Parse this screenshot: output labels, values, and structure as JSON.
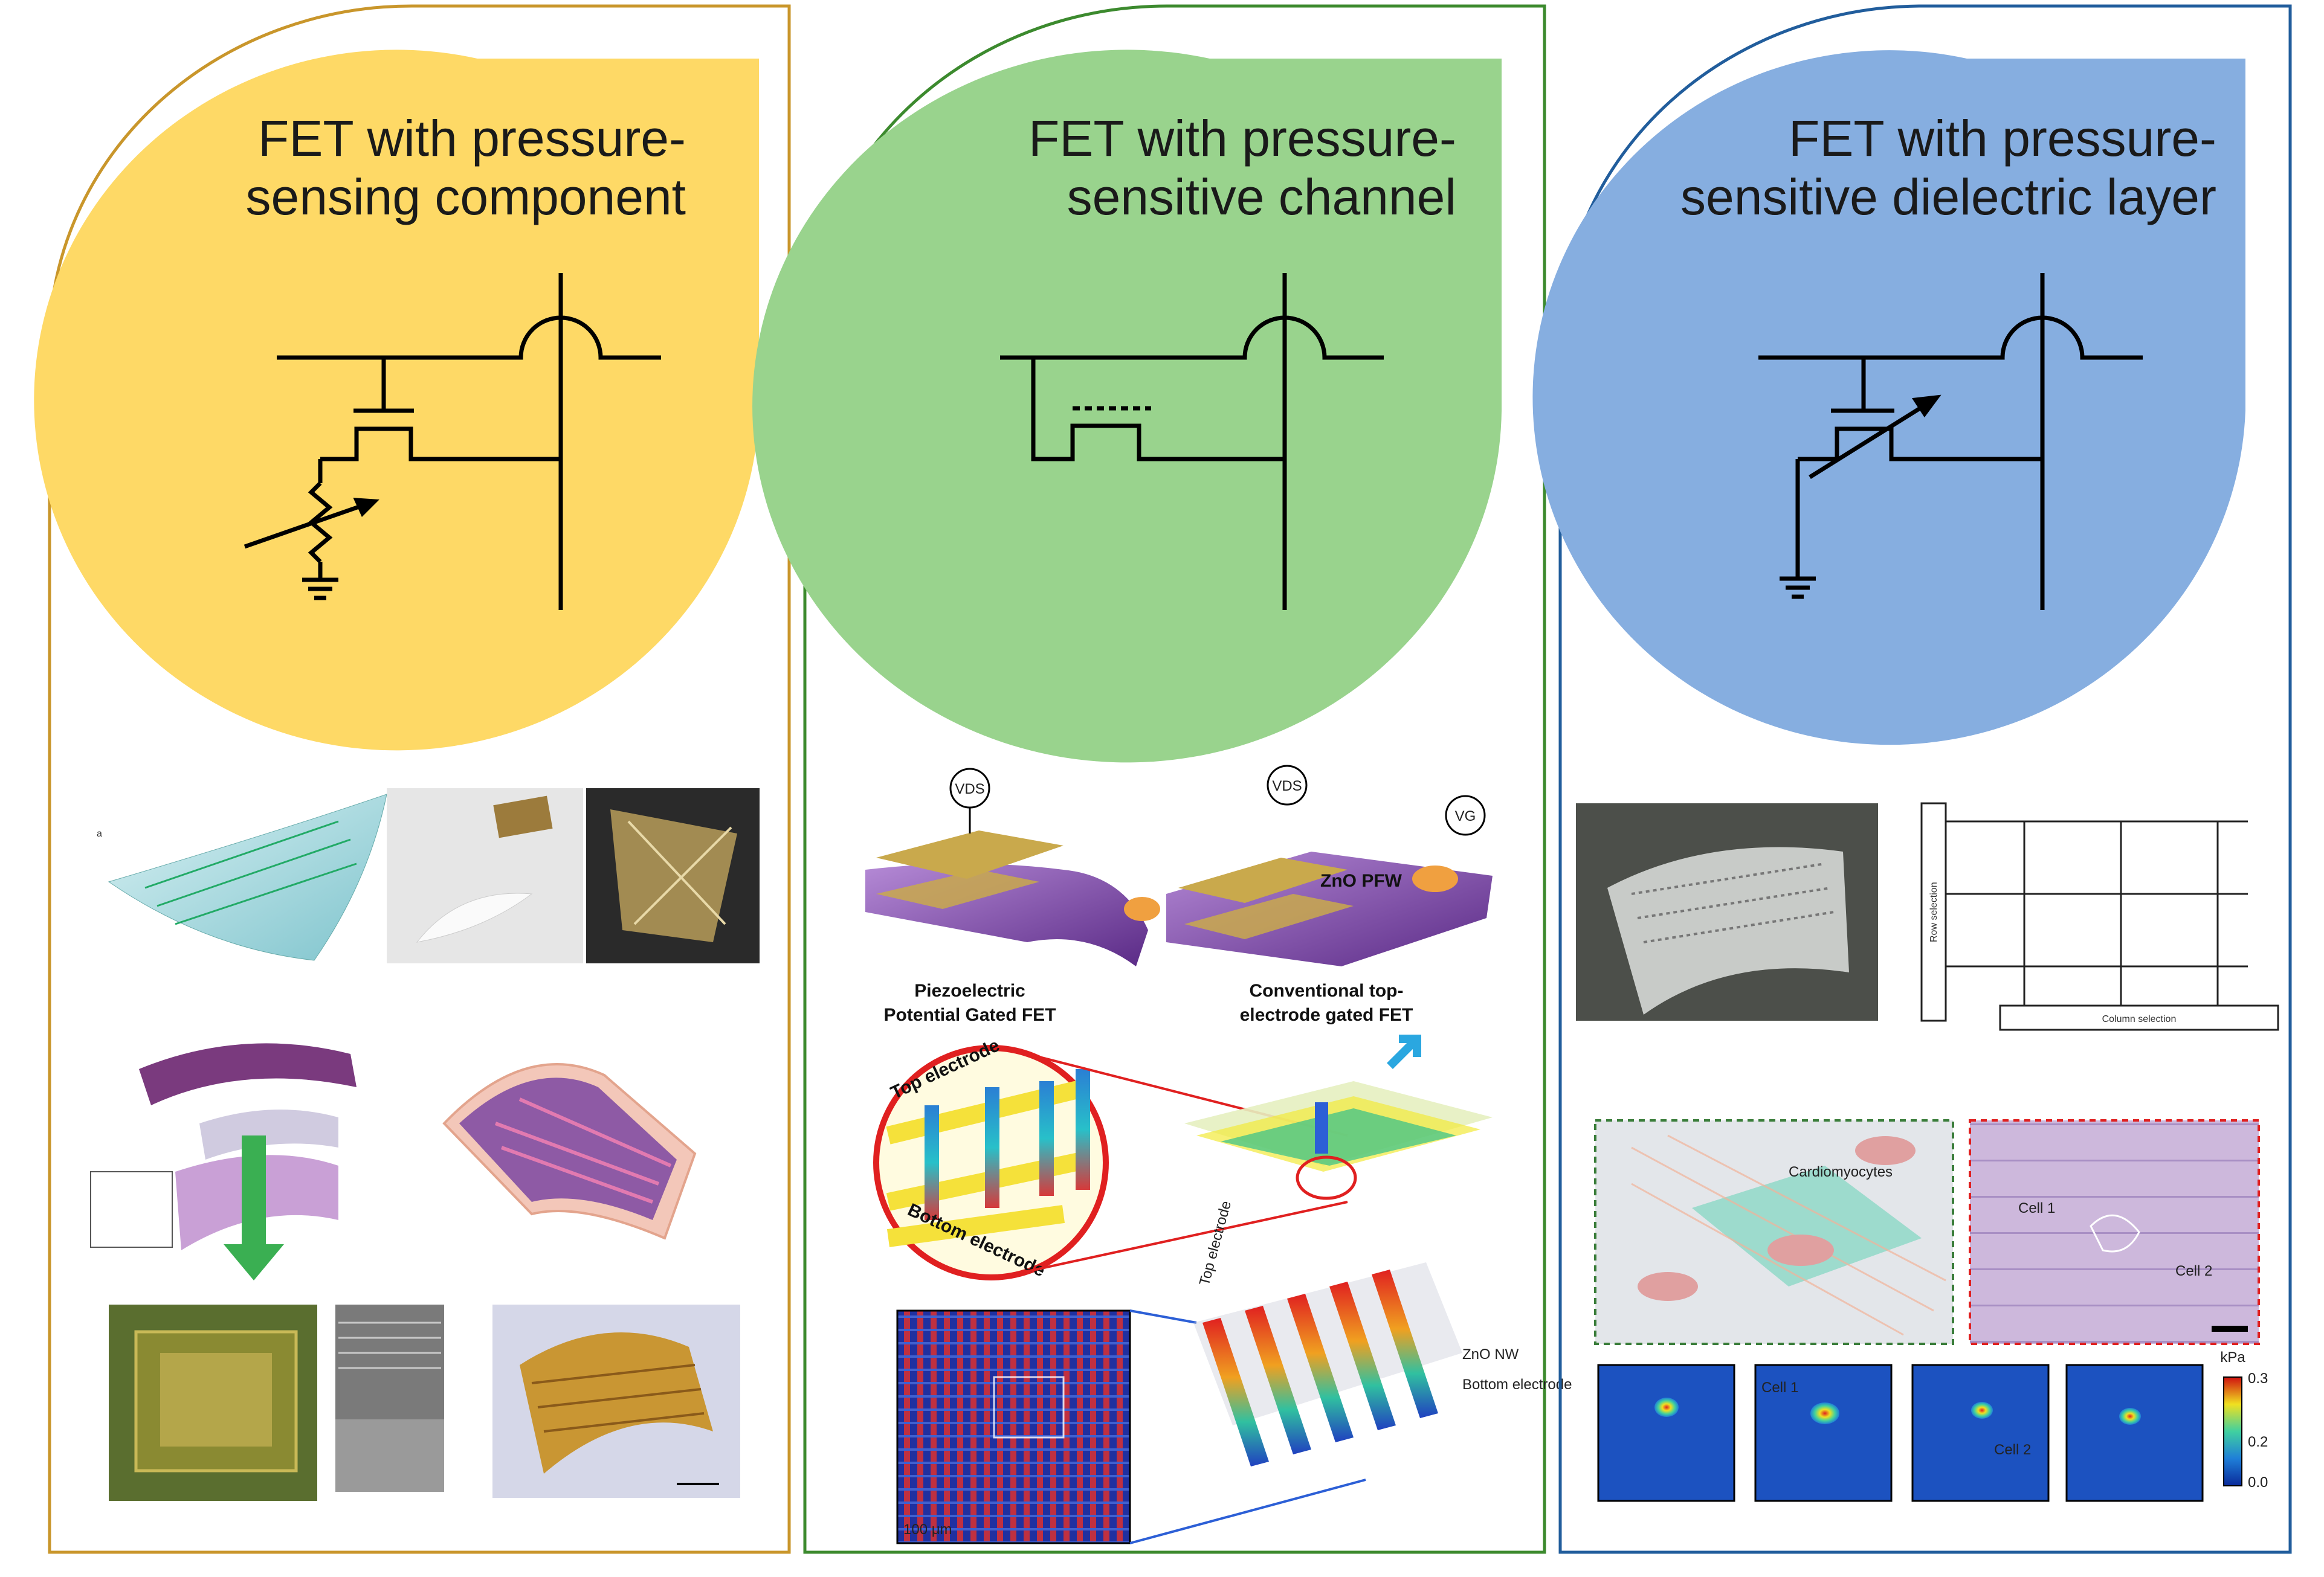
{
  "panels": [
    {
      "title_line1": "FET with pressure-",
      "title_line2": "sensing component",
      "border_color": "#c9962b",
      "bubble_color": "#fed966"
    },
    {
      "title_line1": "FET with pressure-",
      "title_line2": "sensitive channel",
      "border_color": "#3c8a2e",
      "bubble_color": "#99d38d",
      "fig_labels": {
        "vds_left": "VDS",
        "vds_right": "VDS",
        "vg": "VG",
        "zno_pfw": "ZnO PFW",
        "caption_left_1": "Piezoelectric",
        "caption_left_2": "Potential Gated FET",
        "caption_right_1": "Conventional top-",
        "caption_right_2": "electrode gated FET",
        "top_electrode": "Top electrode",
        "bottom_electrode": "Bottom electrode",
        "scale_100um": "100 μm",
        "zno_nw": "ZnO NW",
        "bottom_electrode_2": "Bottom electrode",
        "top_electrode_2": "Top electrode"
      }
    },
    {
      "title_line1": "FET with pressure-",
      "title_line2": "sensitive dielectric layer",
      "border_color": "#215d9c",
      "bubble_color": "#86aee0",
      "fig_labels": {
        "row_selection": "Row selection",
        "column_selection": "Column selection",
        "cardiomyocytes": "Cardiomyocytes",
        "cell1": "Cell 1",
        "cell2": "Cell 2",
        "map_cell1": "Cell 1",
        "map_cell2": "Cell 2",
        "unit": "kPa",
        "tick_top": "0.3",
        "tick_mid": "0.2",
        "tick_bot": "0.0"
      }
    }
  ],
  "icons": [
    "transistor-symbol",
    "variable-resistor-symbol",
    "ground-symbol",
    "crossover-hump",
    "arrow"
  ]
}
